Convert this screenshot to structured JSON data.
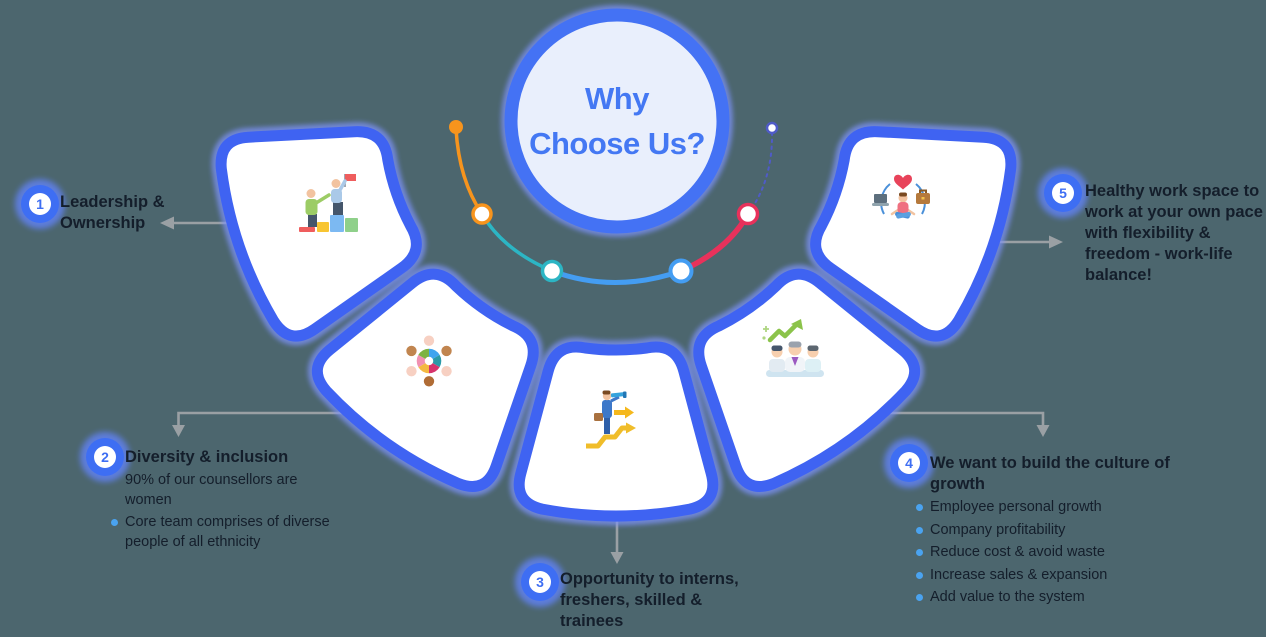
{
  "title": {
    "line1": "Why",
    "line2": "Choose Us?"
  },
  "sections": [
    {
      "number": "1",
      "heading": "Leadership & Ownership",
      "items": []
    },
    {
      "number": "2",
      "heading": "Diversity & inclusion",
      "items": [
        "90% of our counsellors are women",
        "Core team comprises of diverse people of all ethnicity"
      ]
    },
    {
      "number": "3",
      "heading": "Opportunity to interns, freshers, skilled & trainees",
      "items": []
    },
    {
      "number": "4",
      "heading": "We want to build the culture of growth",
      "items": [
        "Employee personal growth",
        "Company profitability",
        "Reduce cost & avoid waste",
        "Increase sales & expansion",
        "Add value to the system"
      ]
    },
    {
      "number": "5",
      "heading": "Healthy work space to work at your own pace with flexibility & freedom - work-life balance!",
      "items": []
    }
  ],
  "icons": [
    {
      "name": "leadership-climb-icon"
    },
    {
      "name": "diversity-people-icon"
    },
    {
      "name": "opportunity-telescope-icon"
    },
    {
      "name": "team-growth-icon"
    },
    {
      "name": "work-life-balance-icon"
    }
  ],
  "colors": {
    "background": "#4c666e",
    "petal_border": "#3f63f2",
    "petal_fill": "#ffffff",
    "circle_fill": "#e9effc",
    "title_blue": "#4478f3",
    "badge_blue": "#3e6ef3",
    "text_dark": "#141e2b",
    "bullet_blue": "#4aa3f0",
    "arrow_gray": "#9aa0a4",
    "arc_orange": "#f7941d",
    "arc_teal": "#2cb5c4",
    "arc_blue": "#449df2",
    "arc_pink": "#e8315b",
    "arc_indigo": "#4f5bc7"
  }
}
